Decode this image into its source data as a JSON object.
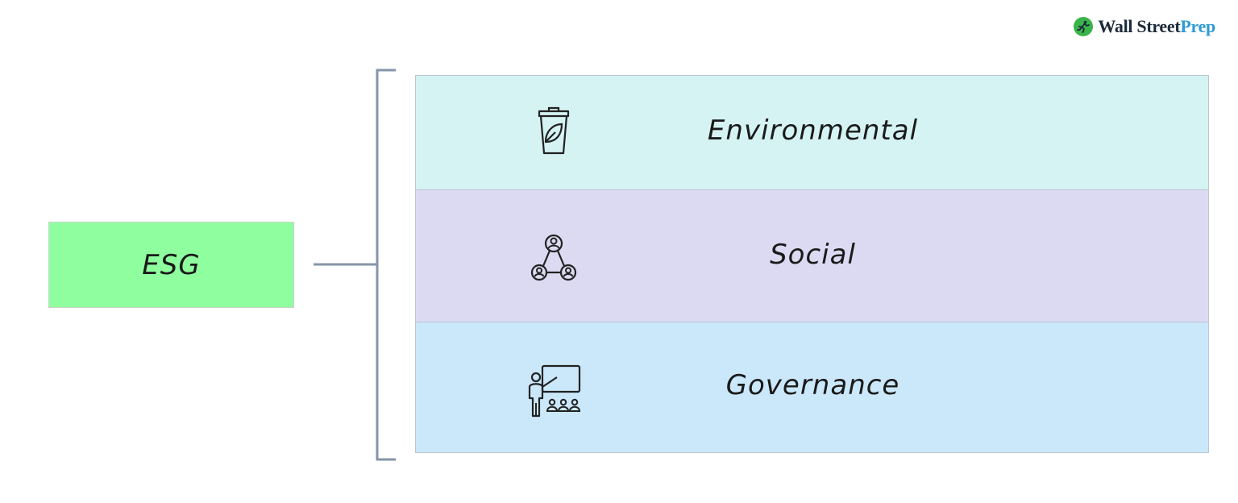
{
  "logo": {
    "text_wall": "Wall Street",
    "text_prep": "Prep",
    "icon": "runner-icon",
    "badge_color": "#3ab44a",
    "accent_color": "#2e9bd6"
  },
  "root": {
    "label": "ESG",
    "color": "#8efe9f"
  },
  "pillars": [
    {
      "label": "Environmental",
      "icon": "recycle-bin-leaf-icon",
      "color": "#d5f3f3"
    },
    {
      "label": "Social",
      "icon": "people-network-icon",
      "color": "#dcdaf2"
    },
    {
      "label": "Governance",
      "icon": "presentation-board-icon",
      "color": "#cbe8fb"
    }
  ],
  "connector_color": "#8595a8"
}
